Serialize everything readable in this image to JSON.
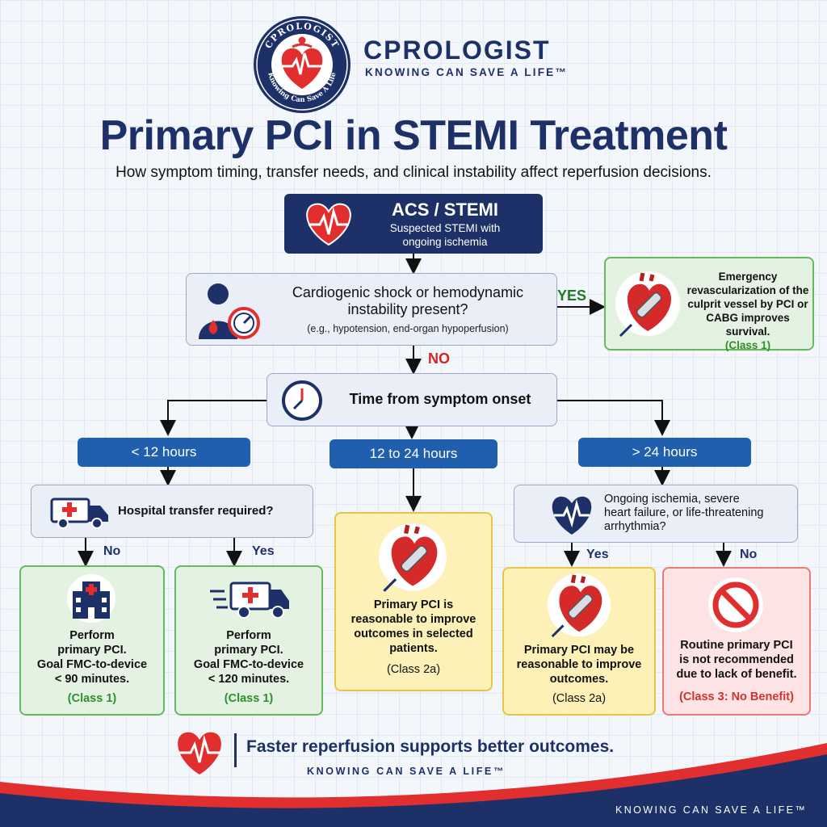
{
  "header": {
    "seal_text_top": "CPROLOGIST",
    "seal_text_bottom": "Knowing Can Save A Life",
    "brand_name": "CPROLOGIST",
    "brand_tagline": "KNOWING CAN SAVE A LIFE™",
    "title": "Primary PCI in STEMI Treatment",
    "subtitle": "How symptom timing, transfer needs, and clinical instability affect reperfusion decisions."
  },
  "nodes": {
    "acs": {
      "title": "ACS / STEMI",
      "line1": "Suspected STEMI with",
      "line2": "ongoing ischemia"
    },
    "shock": {
      "line1": "Cardiogenic shock or hemodynamic",
      "line2": "instability present?",
      "note": "(e.g., hypotension, end-organ hypoperfusion)"
    },
    "emergency": {
      "line1": "Emergency",
      "line2": "revascularization of the",
      "line3": "culprit vessel by PCI or",
      "line4": "CABG improves survival.",
      "class": "(Class 1)"
    },
    "time": {
      "label": "Time from symptom onset"
    },
    "transfer": {
      "label": "Hospital transfer required?"
    },
    "late_question": {
      "line1": "Ongoing ischemia, severe",
      "line2": "heart failure, or life-threatening",
      "line3": "arrhythmia?"
    },
    "pci_no_transfer": {
      "line1": "Perform",
      "line2": "primary PCI.",
      "line3": "Goal FMC-to-device",
      "line4": "< 90 minutes.",
      "class": "(Class 1)"
    },
    "pci_transfer": {
      "line1": "Perform",
      "line2": "primary PCI.",
      "line3": "Goal FMC-to-device",
      "line4": "< 120 minutes.",
      "class": "(Class 1)"
    },
    "pci_12_24": {
      "line1": "Primary PCI is",
      "line2": "reasonable to improve",
      "line3": "outcomes in selected",
      "line4": "patients.",
      "class": "(Class 2a)"
    },
    "pci_late_yes": {
      "line1": "Primary PCI may be",
      "line2": "reasonable to improve",
      "line3": "outcomes.",
      "class": "(Class 2a)"
    },
    "pci_late_no": {
      "line1": "Routine primary PCI",
      "line2": "is not recommended",
      "line3": "due to lack of benefit.",
      "class": "(Class 3: No Benefit)"
    }
  },
  "time_windows": {
    "early": "< 12 hours",
    "mid": "12 to 24 hours",
    "late": "> 24 hours"
  },
  "edge_labels": {
    "shock_yes": "YES",
    "shock_no": "NO",
    "transfer_no": "No",
    "transfer_yes": "Yes",
    "late_yes": "Yes",
    "late_no": "No"
  },
  "footer": {
    "message": "Faster reperfusion supports better outcomes.",
    "tagline": "KNOWING CAN SAVE A LIFE™",
    "corner_tagline": "KNOWING CAN SAVE A LIFE™"
  },
  "colors": {
    "navy": "#1d3168",
    "blue": "#1f5fae",
    "red": "#e12f2f",
    "green": "#66b85e",
    "yellow": "#e6c54c"
  },
  "icons": [
    "heart-ecg-icon",
    "patient-pressure-icon",
    "stent-heart-icon",
    "clock-icon",
    "ambulance-icon",
    "hospital-icon",
    "fast-ambulance-icon",
    "no-symbol-icon"
  ]
}
